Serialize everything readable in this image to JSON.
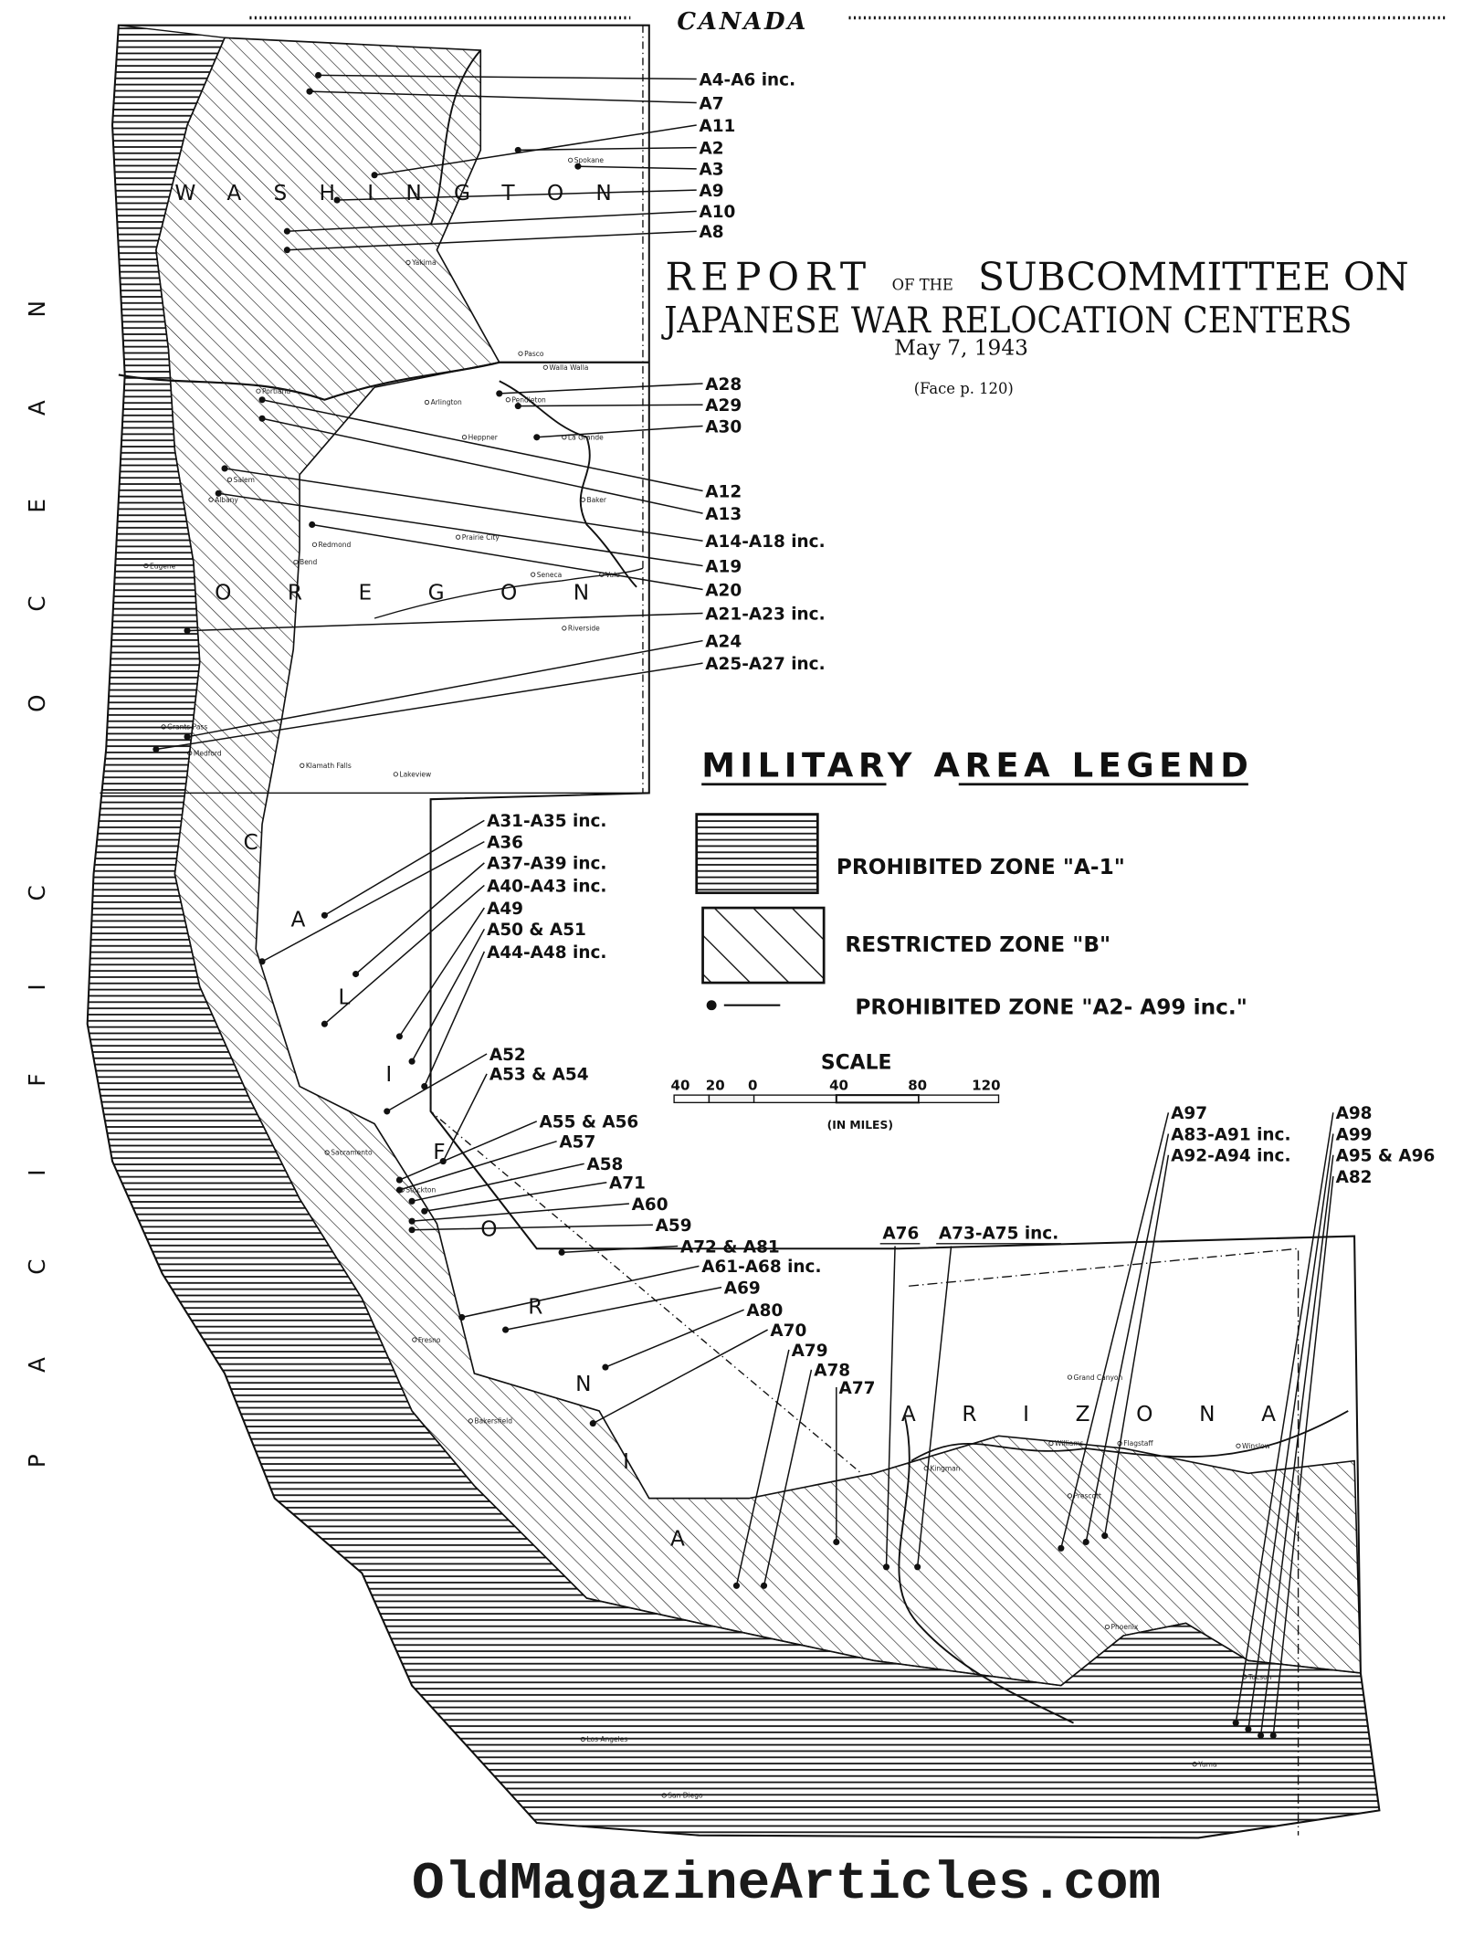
{
  "header": {
    "country": "CANADA"
  },
  "title": {
    "report": "REPORT",
    "of_the": "OF THE",
    "subcommittee": "SUBCOMMITTEE ON",
    "line2": "JAPANESE WAR RELOCATION CENTERS",
    "date": "May 7, 1943",
    "face": "(Face p. 120)"
  },
  "legend": {
    "heading": "MILITARY    AREA LEGEND",
    "items": [
      {
        "pattern": "horizontal-hatch",
        "label": "PROHIBITED  ZONE \"A-1\""
      },
      {
        "pattern": "diagonal-hatch",
        "label": "RESTRICTED  ZONE \"B\""
      },
      {
        "pattern": "dot-leader",
        "label": "PROHIBITED  ZONE \"A2- A99 inc.\""
      }
    ]
  },
  "scale": {
    "title": "SCALE",
    "ticks": [
      "40",
      "20",
      "0",
      "40",
      "80",
      "120"
    ],
    "unit": "(IN MILES)"
  },
  "regions": {
    "ocean": "PACIFIC OCEAN",
    "washington": "WASHINGTON",
    "oregon": "OREGON",
    "california": "CALIFORNIA",
    "arizona": "ARIZONA"
  },
  "zone_labels": [
    "A4-A6 inc.",
    "A7",
    "A11",
    "A2",
    "A3",
    "A9",
    "A10",
    "A8",
    "A28",
    "A29",
    "A30",
    "A12",
    "A13",
    "A14-A18 inc.",
    "A19",
    "A20",
    "A21-A23 inc.",
    "A24",
    "A25-A27 inc.",
    "A31-A35 inc.",
    "A36",
    "A37-A39 inc.",
    "A40-A43 inc.",
    "A49",
    "A50 & A51",
    "A44-A48 inc.",
    "A52",
    "A53 & A54",
    "A55 & A56",
    "A57",
    "A58",
    "A71",
    "A60",
    "A59",
    "A72 & A81",
    "A61-A68 inc.",
    "A69",
    "A80",
    "A70",
    "A79",
    "A78",
    "A77",
    "A76",
    "A73-A75 inc.",
    "A97",
    "A83-A91 inc.",
    "A92-A94 inc.",
    "A98",
    "A99",
    "A95 & A96",
    "A82"
  ],
  "places": [
    "Pendleton",
    "Heppner",
    "La Grande",
    "Baker",
    "Prairie City",
    "Seneca",
    "Vale",
    "Riverside",
    "Walla Walla",
    "Arlington",
    "Portland",
    "Salem",
    "Albany",
    "Eugene",
    "Bend",
    "Redmond",
    "Medford",
    "Grants Pass",
    "Klamath Falls",
    "Lakeview",
    "Yakima",
    "Pasco",
    "Spokane",
    "Sacramento",
    "Stockton",
    "Fresno",
    "Bakersfield",
    "Los Angeles",
    "San Diego",
    "Grand Canyon",
    "Williams",
    "Flagstaff",
    "Winslow",
    "Kingman",
    "Prescott",
    "Phoenix",
    "Tucson",
    "Yuma"
  ],
  "footer": {
    "site": "OldMagazineArticles.com"
  }
}
